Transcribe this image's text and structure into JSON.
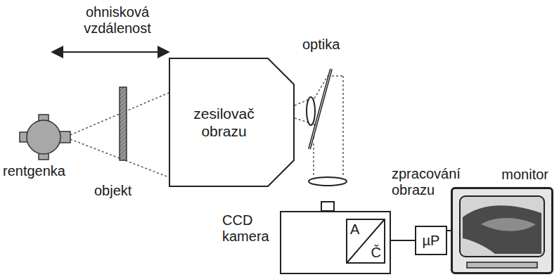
{
  "diagram": {
    "nodes": [
      {
        "text": [
          "zesilovač obrazu"
        ]
      },
      {
        "text": [
          "CCD kamera"
        ]
      },
      {
        "text": [
          "A",
          "Č"
        ],
        "in": 1
      },
      {
        "text": [
          "µP"
        ]
      },
      {
        "text": [
          "monitor"
        ]
      }
    ],
    "edges": [
      {
        "from": 1,
        "to": 3,
        "arrow": "none"
      },
      {
        "from": 3,
        "to": 4,
        "arrow": "none"
      }
    ],
    "labels": [
      "ohnisková vzdálenost",
      "rentgenka",
      "objekt",
      "optika",
      "zpracování obrazu"
    ]
  }
}
